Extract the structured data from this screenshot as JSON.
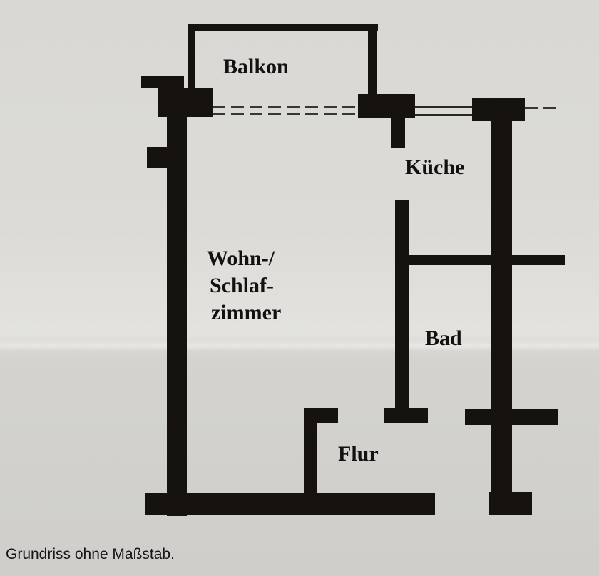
{
  "floorplan": {
    "rooms": [
      {
        "id": "balkon",
        "label": "Balkon"
      },
      {
        "id": "kueche",
        "label": "Küche"
      },
      {
        "id": "wohn",
        "label_lines": [
          "Wohn-/",
          "Schlaf-",
          "zimmer"
        ]
      },
      {
        "id": "bad",
        "label": "Bad"
      },
      {
        "id": "flur",
        "label": "Flur"
      }
    ],
    "colors": {
      "wall": "#161210",
      "paper": "#dcdbd7"
    }
  },
  "caption": "Grundriss ohne Maßstab."
}
